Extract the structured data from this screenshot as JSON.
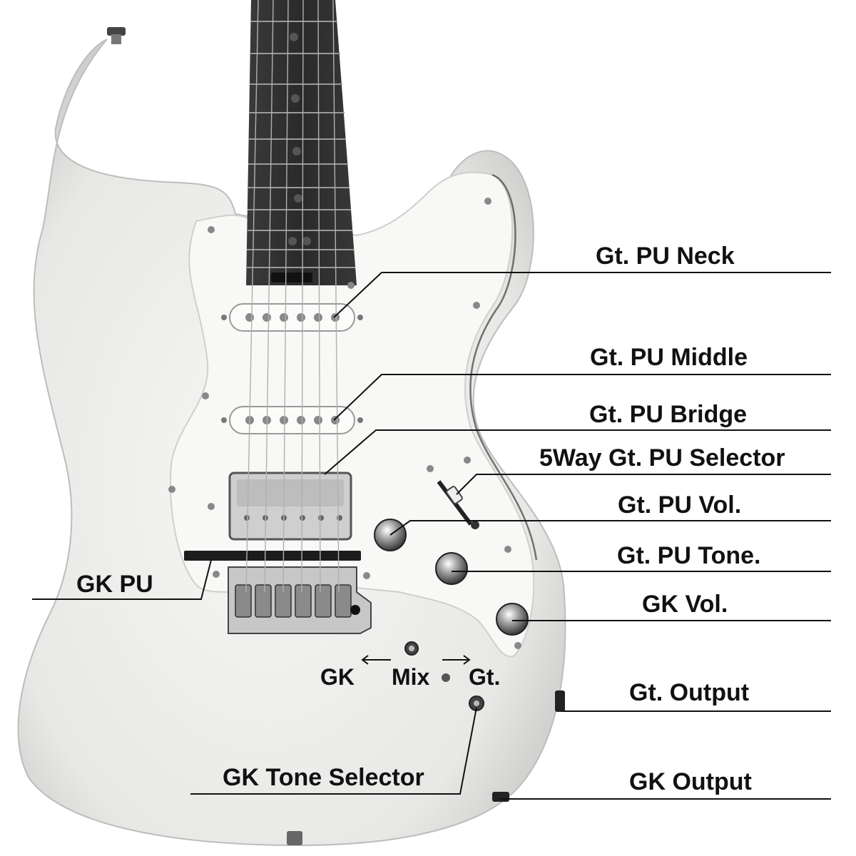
{
  "labels": {
    "pu_neck": "Gt. PU Neck",
    "pu_middle": "Gt. PU Middle",
    "pu_bridge": "Gt. PU Bridge",
    "pu_selector": "5Way Gt. PU Selector",
    "pu_vol": "Gt. PU Vol.",
    "pu_tone": "Gt. PU Tone.",
    "gk_vol": "GK Vol.",
    "gt_output": "Gt. Output",
    "gk_output": "GK Output",
    "gk_pu": "GK PU",
    "gk_tone_selector": "GK Tone Selector"
  },
  "mix_switch": {
    "left": "GK",
    "center": "Mix",
    "right": "Gt."
  },
  "colors": {
    "body": "#eeeeec",
    "body_shadow": "#c9c9c7",
    "pickguard": "#f7f7f5",
    "fretboard": "#2e2e2e",
    "line": "#111111"
  }
}
